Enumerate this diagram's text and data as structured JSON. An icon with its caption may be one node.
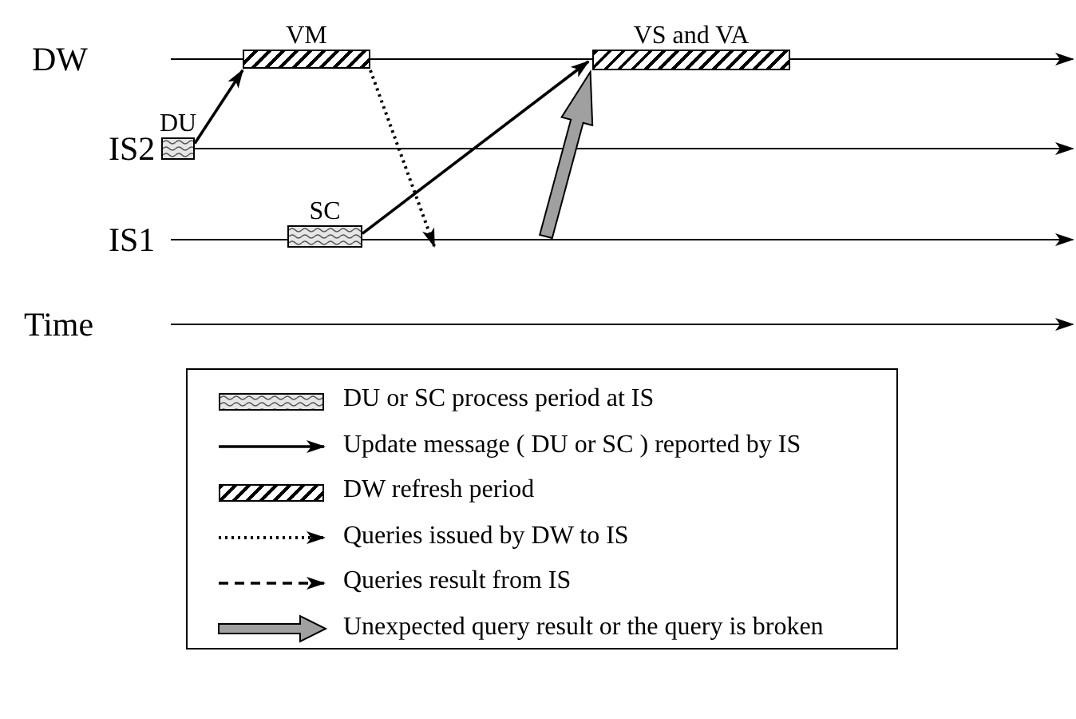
{
  "diagram": {
    "nodes": [
      {
        "text": [
          "VM"
        ]
      },
      {
        "text": [
          "VS and VA"
        ]
      },
      {
        "text": [
          "DU"
        ]
      },
      {
        "text": [
          "SC"
        ]
      }
    ],
    "edges": [
      {
        "from": 2,
        "to": 0,
        "arrow": "to"
      },
      {
        "from": 0,
        "to": null,
        "arrow": "to",
        "style": "dashed"
      },
      {
        "from": 3,
        "to": 1,
        "arrow": "to"
      },
      {
        "from": null,
        "to": 1,
        "arrow": "to",
        "style": "thick",
        "color": "#a0a0a0"
      }
    ],
    "labels": [
      "DW",
      "IS2",
      "IS1",
      "Time"
    ],
    "legend": [
      {
        "text": "DU or SC process period at IS"
      },
      {
        "text": "Update message ( DU or SC ) reported by IS"
      },
      {
        "text": "DW refresh period"
      },
      {
        "text": "Queries issued by DW to IS"
      },
      {
        "text": "Queries result from IS"
      },
      {
        "text": "Unexpected query result or the query is broken"
      }
    ]
  }
}
